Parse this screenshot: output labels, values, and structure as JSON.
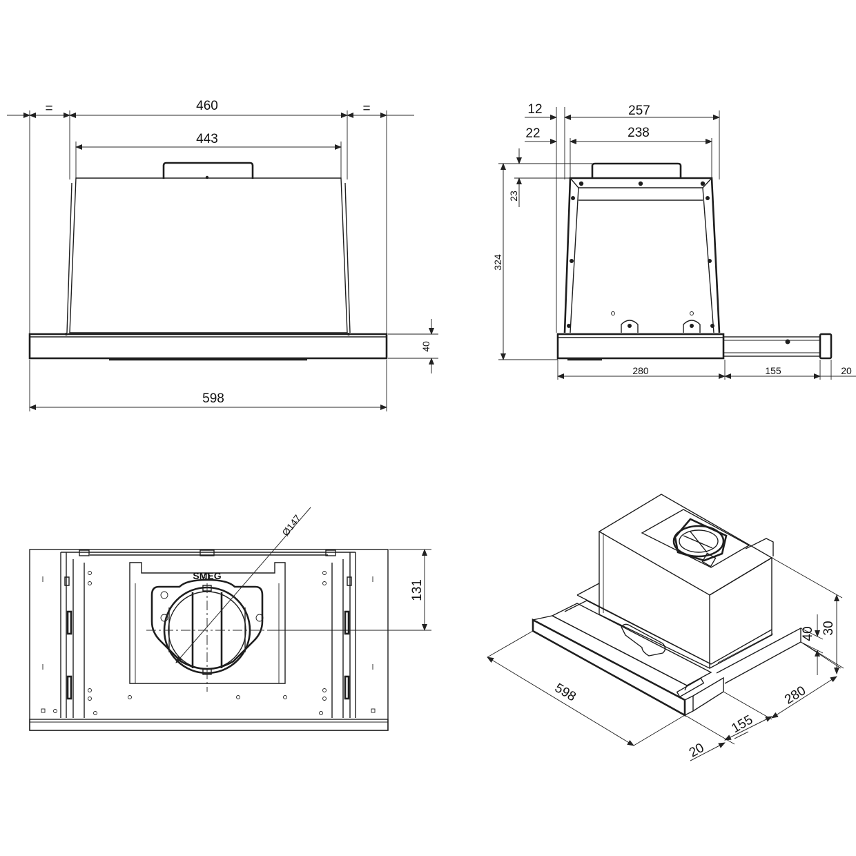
{
  "front_view": {
    "dim_top_total": "460",
    "dim_top_inner": "443",
    "dim_left_eq": "=",
    "dim_right_eq": "=",
    "dim_height": "40",
    "dim_width": "598"
  },
  "side_view": {
    "dim_12": "12",
    "dim_257": "257",
    "dim_22": "22",
    "dim_238": "238",
    "dim_23": "23",
    "dim_324": "324",
    "dim_280": "280",
    "dim_155": "155",
    "dim_20": "20"
  },
  "bottom_view": {
    "dim_diameter": "Ø147",
    "dim_131": "131",
    "logo_text": "SMEG"
  },
  "iso_view": {
    "dim_598": "598",
    "dim_155": "155",
    "dim_20": "20",
    "dim_280": "280",
    "dim_40": "40",
    "dim_30": "30"
  }
}
